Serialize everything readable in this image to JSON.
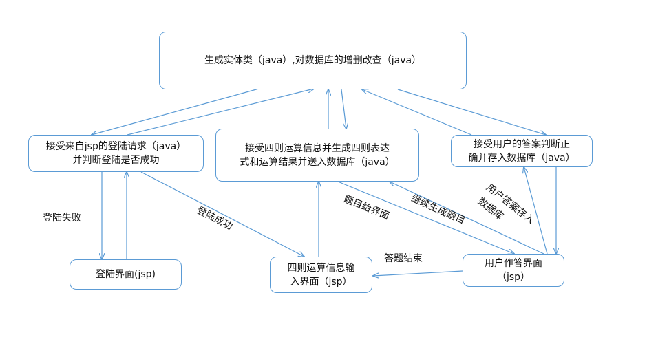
{
  "nodes": {
    "entity": "生成实体类（java）,对数据库的增删改查（java）",
    "login_handler_l1": "接受来自jsp的登陆请求（java）",
    "login_handler_l2": "并判断登陆是否成功",
    "arith_gen_l1": "接受四则运算信息并生成四则表达",
    "arith_gen_l2": "式和运算结果并送入数据库（java）",
    "answer_judge_l1": "接受用户的答案判断正",
    "answer_judge_l2": "确并存入数据库（java）",
    "login_page": "登陆界面(jsp)",
    "arith_input_l1": "四则运算信息输",
    "arith_input_l2": "入界面（jsp）",
    "answer_page_l1": "用户作答界面",
    "answer_page_l2": "（jsp）"
  },
  "edge_labels": {
    "login_fail": "登陆失败",
    "login_success": "登陆成功",
    "questions_to_page": "题目给界面",
    "continue_generate": "继续生成题目",
    "answer_save_l1": "用户答案存入",
    "answer_save_l2": "数据库",
    "answer_end": "答题结束"
  },
  "colors": {
    "stroke": "#5b9bd5",
    "text": "#111111",
    "background": "#ffffff"
  }
}
